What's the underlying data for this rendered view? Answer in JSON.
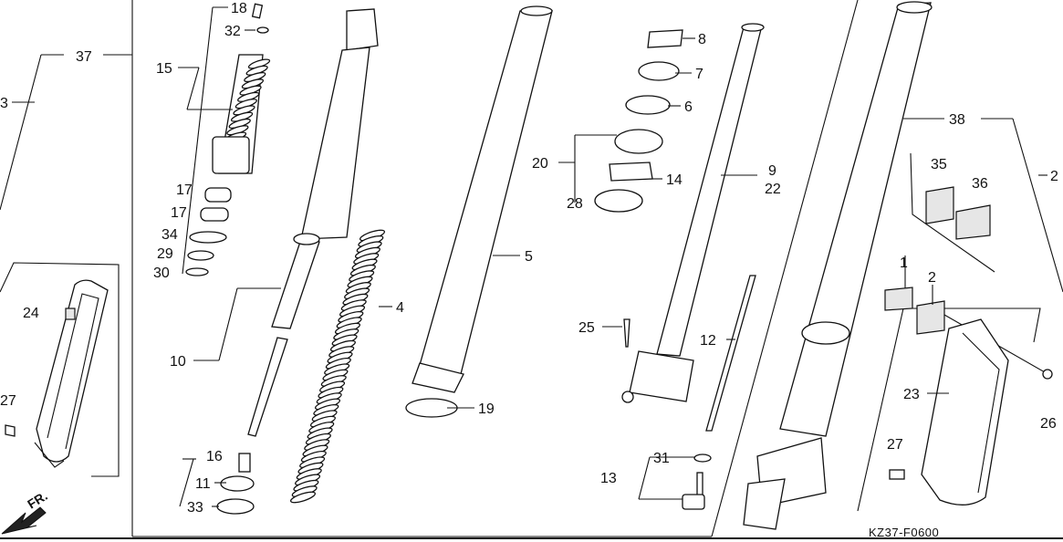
{
  "diagram": {
    "drawing_code": "KZ37-F0600",
    "direction_label": "FR.",
    "callouts": {
      "c1": "1",
      "c2a": "2",
      "c2b": "2",
      "c3": "3",
      "c4": "4",
      "c5": "5",
      "c6": "6",
      "c7": "7",
      "c8": "8",
      "c9": "9",
      "c10": "10",
      "c11": "11",
      "c12": "12",
      "c13": "13",
      "c14": "14",
      "c15": "15",
      "c16": "16",
      "c17a": "17",
      "c17b": "17",
      "c18": "18",
      "c19": "19",
      "c20": "20",
      "c22": "22",
      "c23": "23",
      "c24": "24",
      "c25": "25",
      "c26": "26",
      "c27a": "27",
      "c27b": "27",
      "c28": "28",
      "c29": "29",
      "c30": "30",
      "c31": "31",
      "c32": "32",
      "c33": "33",
      "c34": "34",
      "c35": "35",
      "c36": "36",
      "c37": "37",
      "c38": "38"
    }
  }
}
